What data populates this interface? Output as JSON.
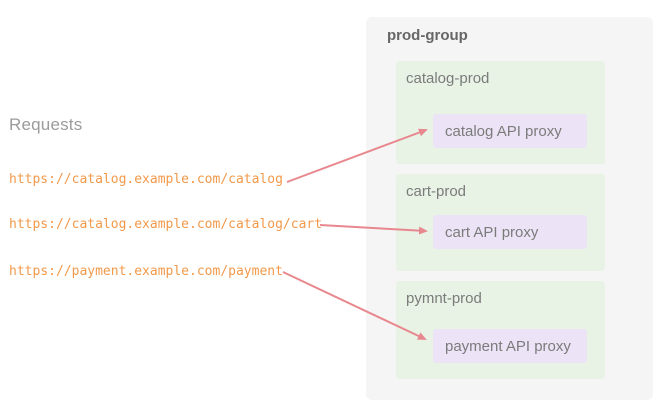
{
  "colors": {
    "url": "#f2994a",
    "arrow": "#e8878d",
    "group_bg": "#f5f5f6",
    "env_bg": "#e8f3e6",
    "proxy_bg": "#ece4f6",
    "heading_text": "#9b9b9b",
    "group_title_text": "#666666",
    "label_text": "#7b7b7b"
  },
  "requests": {
    "heading": "Requests",
    "urls": [
      "https://catalog.example.com/catalog",
      "https://catalog.example.com/catalog/cart",
      "https://payment.example.com/payment"
    ]
  },
  "group": {
    "name": "prod-group",
    "environments": [
      {
        "name": "catalog-prod",
        "proxy": "catalog API proxy"
      },
      {
        "name": "cart-prod",
        "proxy": "cart API proxy"
      },
      {
        "name": "pymnt-prod",
        "proxy": "payment API proxy"
      }
    ]
  },
  "connections": [
    {
      "from": "https://catalog.example.com/catalog",
      "to": "catalog API proxy"
    },
    {
      "from": "https://catalog.example.com/catalog/cart",
      "to": "cart API proxy"
    },
    {
      "from": "https://payment.example.com/payment",
      "to": "payment API proxy"
    }
  ]
}
